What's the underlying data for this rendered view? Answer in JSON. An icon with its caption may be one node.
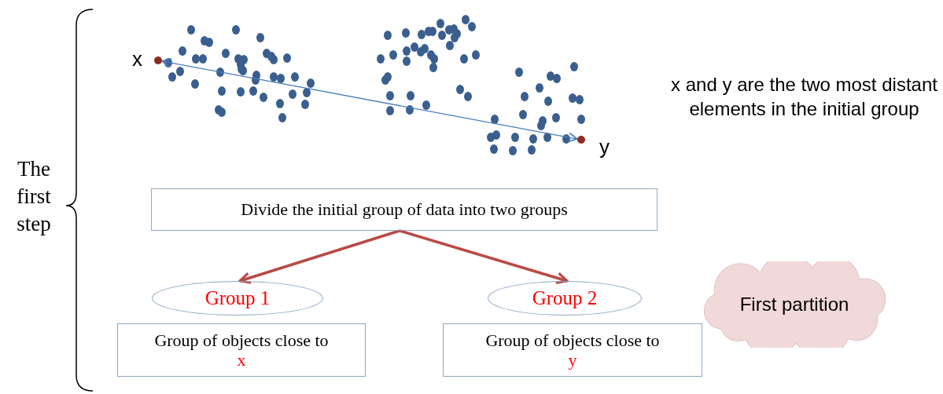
{
  "diagram": {
    "nodes": [
      {
        "text": [],
        "shape": "circle",
        "beside": [
          "x"
        ]
      },
      {
        "text": [],
        "shape": "circle",
        "beside": [
          "y"
        ]
      },
      {
        "text": [
          "Divide the initial group of data into two groups"
        ]
      },
      {
        "text": [
          "Group 1"
        ]
      },
      {
        "text": [
          "Group 2"
        ]
      },
      {
        "text": [
          "Group of objects close to",
          "x"
        ]
      },
      {
        "text": [
          "Group of objects close to",
          "y"
        ]
      },
      {
        "text": [
          "First partition"
        ]
      }
    ],
    "edges": [
      {
        "from": 0,
        "to": 1,
        "arrow": "both",
        "color": "#4a7ebb"
      },
      {
        "from": 2,
        "to": 3,
        "arrow": "to"
      },
      {
        "from": 2,
        "to": 4,
        "arrow": "to"
      }
    ],
    "labels": [
      "x and y are the two most distant elements in the initial group",
      "The first step"
    ]
  }
}
